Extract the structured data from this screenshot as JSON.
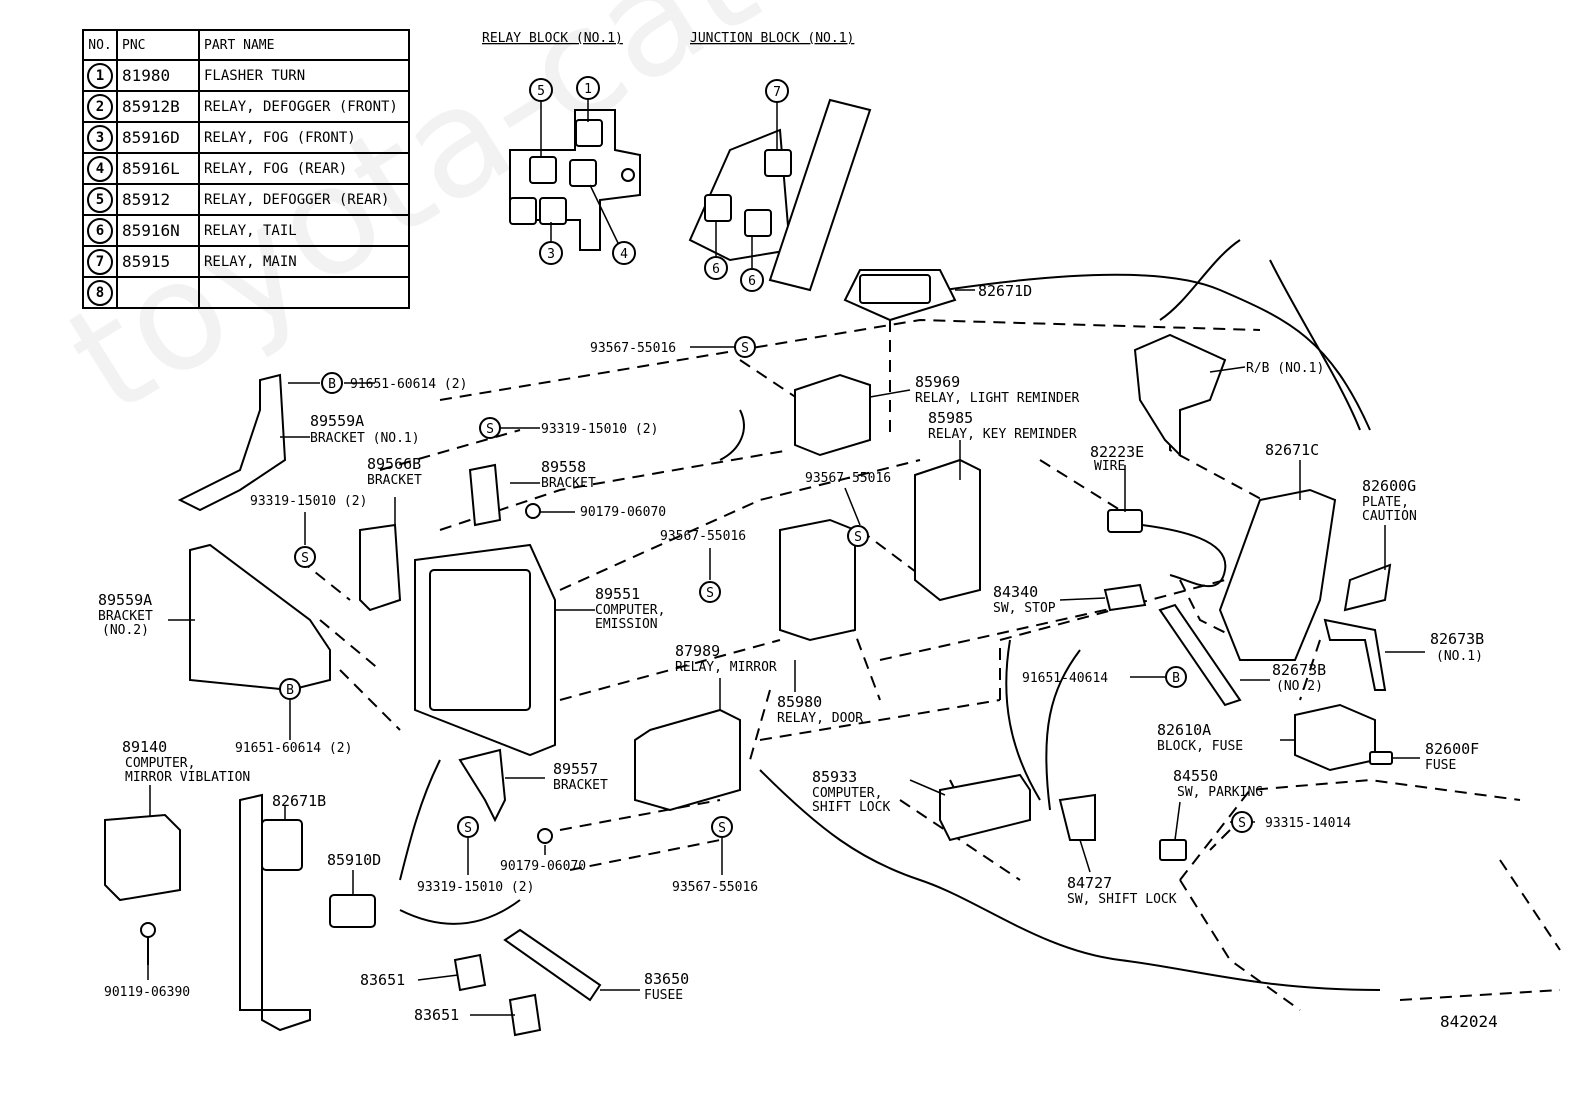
{
  "legend": {
    "headers": [
      "NO.",
      "PNC",
      "PART NAME"
    ],
    "rows": [
      {
        "no": "1",
        "pnc": "81980",
        "name": "FLASHER TURN"
      },
      {
        "no": "2",
        "pnc": "85912B",
        "name": "RELAY, DEFOGGER (FRONT)"
      },
      {
        "no": "3",
        "pnc": "85916D",
        "name": "RELAY, FOG (FRONT)"
      },
      {
        "no": "4",
        "pnc": "85916L",
        "name": "RELAY, FOG (REAR)"
      },
      {
        "no": "5",
        "pnc": "85912",
        "name": "RELAY, DEFOGGER (REAR)"
      },
      {
        "no": "6",
        "pnc": "85916N",
        "name": "RELAY, TAIL"
      },
      {
        "no": "7",
        "pnc": "85915",
        "name": "RELAY, MAIN"
      },
      {
        "no": "8",
        "pnc": "",
        "name": ""
      }
    ]
  },
  "headers": {
    "relay_block": "RELAY BLOCK (NO.1)",
    "junction_block": "JUNCTION BLOCK (NO.1)"
  },
  "callouts": {
    "rb": [
      "5",
      "1",
      "3",
      "4"
    ],
    "jb": [
      "7",
      "6",
      "6"
    ]
  },
  "parts": {
    "p82671D": "82671D",
    "p93567_1": "93567-55016",
    "p85969": "85969",
    "p85969_n": "RELAY, LIGHT REMINDER",
    "pRB": "R/B (NO.1)",
    "p85985": "85985",
    "p85985_n": "RELAY, KEY REMINDER",
    "p82223E": "82223E",
    "p82223E_n": "WIRE",
    "p82671C": "82671C",
    "p82600G": "82600G",
    "p82600G_n1": "PLATE,",
    "p82600G_n2": "CAUTION",
    "p91651_1": "91651-60614 (2)",
    "p89559A1": "89559A",
    "p89559A1_n": "BRACKET (NO.1)",
    "p93319_1": "93319-15010 (2)",
    "p89558": "89558",
    "p89558_n": "BRACKET",
    "p89566B": "89566B",
    "p89566B_n": "BRACKET",
    "p93319_2": "93319-15010 (2)",
    "p90179_1": "90179-06070",
    "p93567_2": "93567-55016",
    "p93567_3": "93567-55016",
    "p89559A2": "89559A",
    "p89559A2_n1": "BRACKET",
    "p89559A2_n2": "(NO.2)",
    "p89551": "89551",
    "p89551_n1": "COMPUTER,",
    "p89551_n2": "EMISSION",
    "p84340": "84340",
    "p84340_n": "SW, STOP",
    "p82673B1": "82673B",
    "p82673B1_n": "(NO.1)",
    "p87989": "87989",
    "p87989_n": "RELAY, MIRROR",
    "p91651_2": "91651-40614",
    "p82673B2": "82673B",
    "p82673B2_n": "(NO.2)",
    "p91651_3": "91651-60614 (2)",
    "p85980": "85980",
    "p85980_n": "RELAY, DOOR",
    "p82610A": "82610A",
    "p82610A_n": "BLOCK, FUSE",
    "p89140": "89140",
    "p89140_n1": "COMPUTER,",
    "p89140_n2": "MIRROR VIBLATION",
    "p82600F": "82600F",
    "p82600F_n": "FUSE",
    "p89557": "89557",
    "p89557_n": "BRACKET",
    "p85933": "85933",
    "p85933_n1": "COMPUTER,",
    "p85933_n2": "SHIFT LOCK",
    "p84550": "84550",
    "p84550_n": "SW, PARKING",
    "p82671B": "82671B",
    "p93315": "93315-14014",
    "p85910D": "85910D",
    "p90179_2": "90179-06070",
    "p93319_3": "93319-15010 (2)",
    "p93567_4": "93567-55016",
    "p84727": "84727",
    "p84727_n": "SW, SHIFT LOCK",
    "p90119": "90119-06390",
    "p83651_1": "83651",
    "p83650": "83650",
    "p83650_n": "FUSEE",
    "p83651_2": "83651",
    "sym_S": "S",
    "sym_B": "B"
  },
  "diagram_code": "842024",
  "watermark": "toyota-catalogue.ru"
}
